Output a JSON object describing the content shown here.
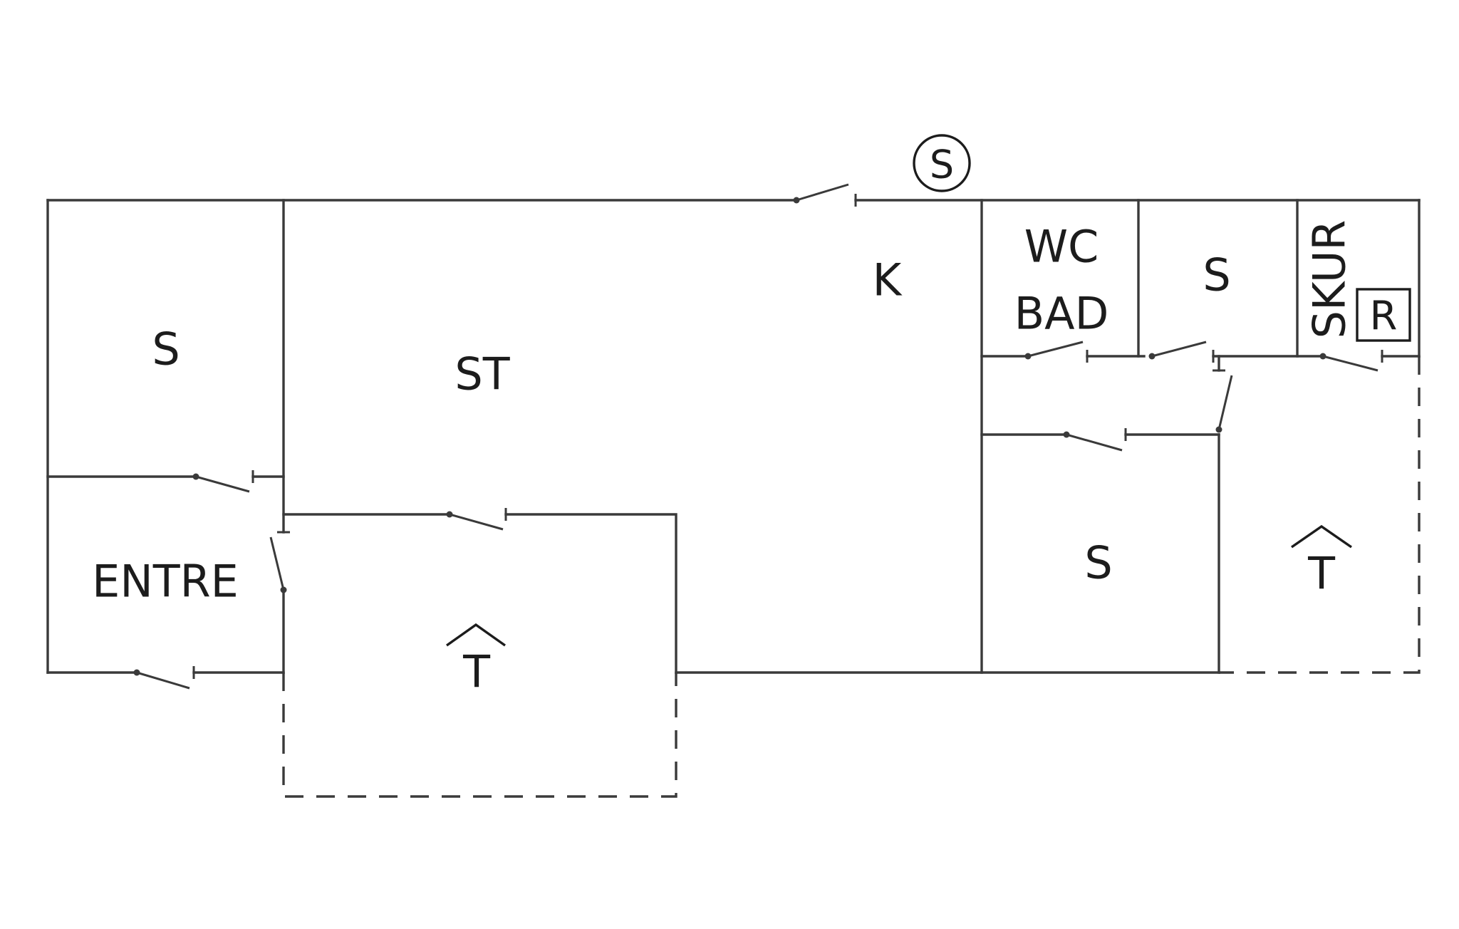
{
  "rooms": {
    "bedroom_left": "S",
    "living": "ST",
    "kitchen": "K",
    "wc_line1": "WC",
    "wc_line2": "BAD",
    "bedroom_mid": "S",
    "shed": "SKUR",
    "shed_mark": "R",
    "bedroom_right": "S",
    "entrance": "ENTRE",
    "terrace_left": "T",
    "terrace_right": "T"
  },
  "legend": {
    "entrance_mark": "S"
  },
  "colors": {
    "line": "#3a3a3a",
    "text": "#1c1c1c",
    "background": "#ffffff"
  }
}
